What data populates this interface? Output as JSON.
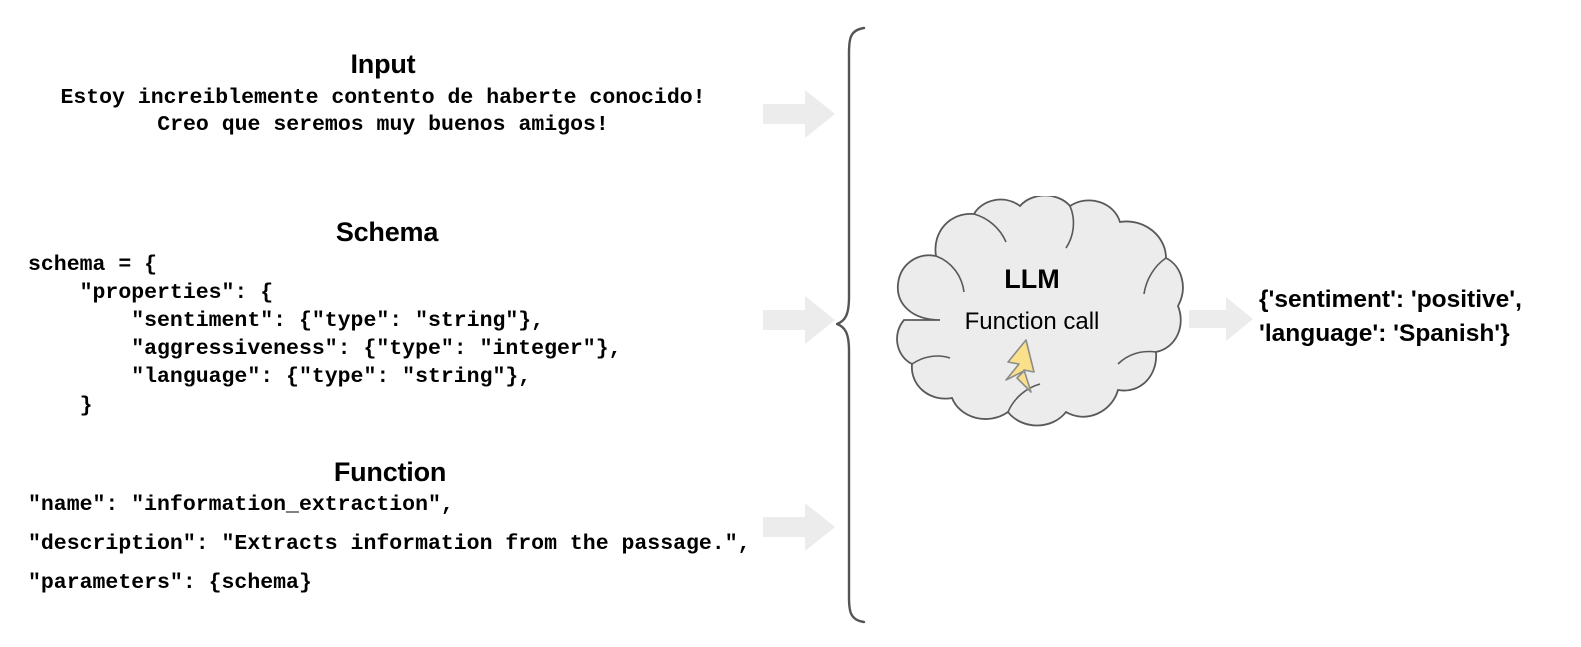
{
  "diagram": {
    "title_hidden": "",
    "colors": {
      "arrow_fill": "#ececec",
      "cloud_fill": "#ececec",
      "cloud_stroke": "#595959",
      "bolt_fill": "#fae08a",
      "bolt_stroke": "#8c8c8c",
      "brace_stroke": "#555555",
      "text": "#000000",
      "background": "#ffffff"
    },
    "sections": [
      {
        "heading": "Input",
        "lines": [
          "Estoy increiblemente contento de haberte conocido!",
          "Creo que seremos muy buenos amigos!"
        ]
      },
      {
        "heading": "Schema",
        "lines": [
          "schema = {",
          "    \"properties\": {",
          "        \"sentiment\": {\"type\": \"string\"},",
          "        \"aggressiveness\": {\"type\": \"integer\"},",
          "        \"language\": {\"type\": \"string\"},",
          "    }"
        ]
      },
      {
        "heading": "Function",
        "lines": [
          "\"name\": \"information_extraction\",",
          "\"description\": \"Extracts information from the passage.\",",
          "\"parameters\": {schema}"
        ]
      }
    ],
    "model": {
      "name": "LLM",
      "subtitle": "Function call",
      "icon": "lightning-bolt-icon"
    },
    "output": {
      "line1": "{'sentiment': 'positive',",
      "line2": "'language': 'Spanish'}"
    },
    "arrows": {
      "input_arrow": "arrow-right-icon",
      "schema_arrow": "arrow-right-icon",
      "function_arrow": "arrow-right-icon",
      "output_arrow": "arrow-right-icon",
      "group_brace": "curly-brace-icon"
    }
  }
}
